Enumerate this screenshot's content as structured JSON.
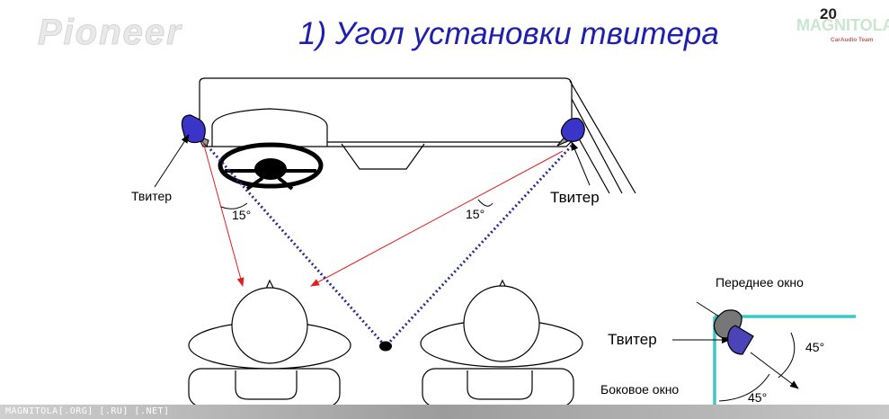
{
  "header": {
    "brand": "Pioneer",
    "title": "1)  Угол установки твитера",
    "page_number": "20",
    "watermark": "MAGNITOLA",
    "watermark_sub": "CarAudio Team"
  },
  "diagram": {
    "tweeter_left_label": "Твитер",
    "tweeter_right_label": "Твитер",
    "angle_left": "15°",
    "angle_right": "15°"
  },
  "inset": {
    "front_window_label": "Переднее окно",
    "tweeter_label": "Твитер",
    "side_window_label": "Боковое окно",
    "angle_upper": "45°",
    "angle_lower": "45°"
  },
  "footer": {
    "text": "MAGNITOLA[.ORG] [.RU] [.NET]"
  },
  "colors": {
    "title": "#1f1fae",
    "tweeter_fill": "#3a35c8",
    "sight_line": "#e02020",
    "axis_line": "#2a2a8f",
    "window_line": "#3fc7c7"
  }
}
